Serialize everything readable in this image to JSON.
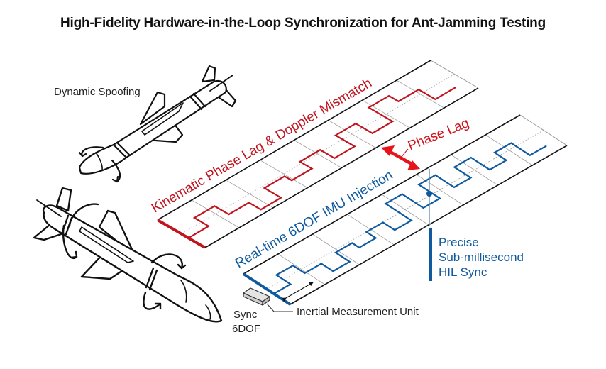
{
  "title": "High-Fidelity Hardware-in-the-Loop Synchronization for Ant-Jamming Testing",
  "colors": {
    "red": "#c0141e",
    "blue": "#0f5a9e",
    "outline": "#111111",
    "grid": "#9a9a9a",
    "arrow_red": "#e8141c"
  },
  "labels": {
    "dynamic_spoofing": "Dynamic Spoofing",
    "red_panel": "Kinematic Phase Lag & Doppler Mismatch",
    "phase_lag": "Phase Lag",
    "blue_panel": "Real-time 6DOF IMU Injection",
    "precise_line1": "Precise",
    "precise_line2": "Sub-millisecond",
    "precise_line3": "HIL Sync",
    "imu": "Inertial Measurement Unit",
    "sync_line1": "Sync",
    "sync_line2": "6DOF"
  },
  "icons": {
    "missile_top": "missile-icon",
    "missile_bottom": "missile-icon",
    "imu_chip": "imu-chip-icon",
    "rotation_arrows": "rotation-arrow-icon",
    "phase_lag_arrow": "double-arrow-icon"
  },
  "signals": {
    "red_trace_levels": [
      0.35,
      0.65,
      0.35,
      0.1,
      0.45,
      0.3,
      0.55,
      0.25,
      0.65,
      0.3,
      0.8,
      0.6,
      0.25
    ],
    "blue_trace_levels": [
      0.35,
      0.65,
      0.4,
      0.15,
      0.45,
      0.3,
      0.5,
      0.25,
      0.8,
      0.35,
      0.8,
      0.4,
      0.75,
      0.35,
      0.6,
      0.2
    ]
  }
}
